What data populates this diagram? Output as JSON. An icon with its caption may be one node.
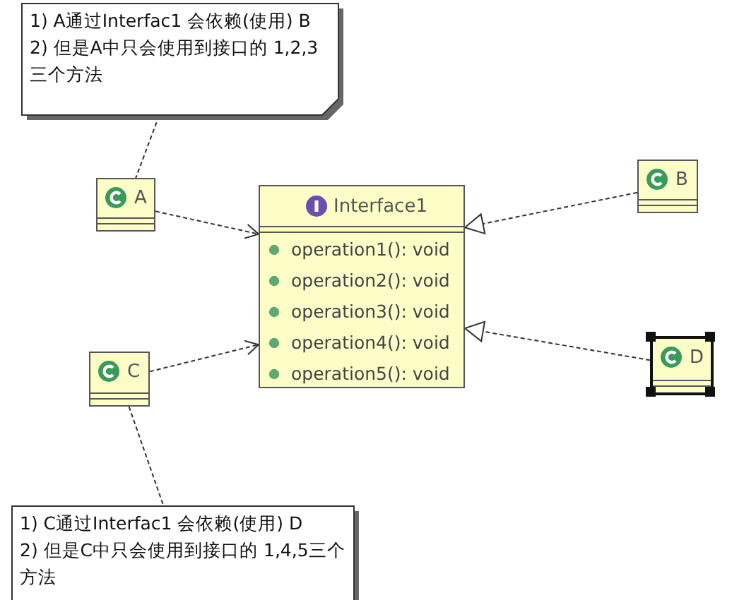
{
  "diagram": {
    "nodes": [
      {
        "text": [
          "1) A通过Interfac1 会依赖(使用) B",
          "2) 但是A中只会使用到接口的 1,2,3三个方法"
        ]
      },
      {
        "text": [
          "A"
        ]
      },
      {
        "text": [
          "Interface1",
          "operation1(): void",
          "operation2(): void",
          "operation3(): void",
          "operation4(): void",
          "operation5(): void"
        ]
      },
      {
        "text": [
          "B"
        ]
      },
      {
        "text": [
          "C"
        ]
      },
      {
        "text": [
          "D"
        ]
      },
      {
        "text": [
          "1) C通过Interfac1 会依赖(使用) D",
          "2) 但是C中只会使用到接口的 1,4,5三个方法"
        ]
      }
    ],
    "edges": [
      {
        "from": 0,
        "to": 1,
        "arrow": "none",
        "style": "dashed"
      },
      {
        "from": 1,
        "to": 2,
        "arrow": "to",
        "style": "dashed"
      },
      {
        "from": 4,
        "to": 2,
        "arrow": "to",
        "style": "dashed"
      },
      {
        "from": 3,
        "to": 2,
        "arrow": "to",
        "style": "dashed"
      },
      {
        "from": 5,
        "to": 2,
        "arrow": "to",
        "style": "dashed"
      },
      {
        "from": 4,
        "to": 6,
        "arrow": "none",
        "style": "dashed"
      }
    ]
  }
}
